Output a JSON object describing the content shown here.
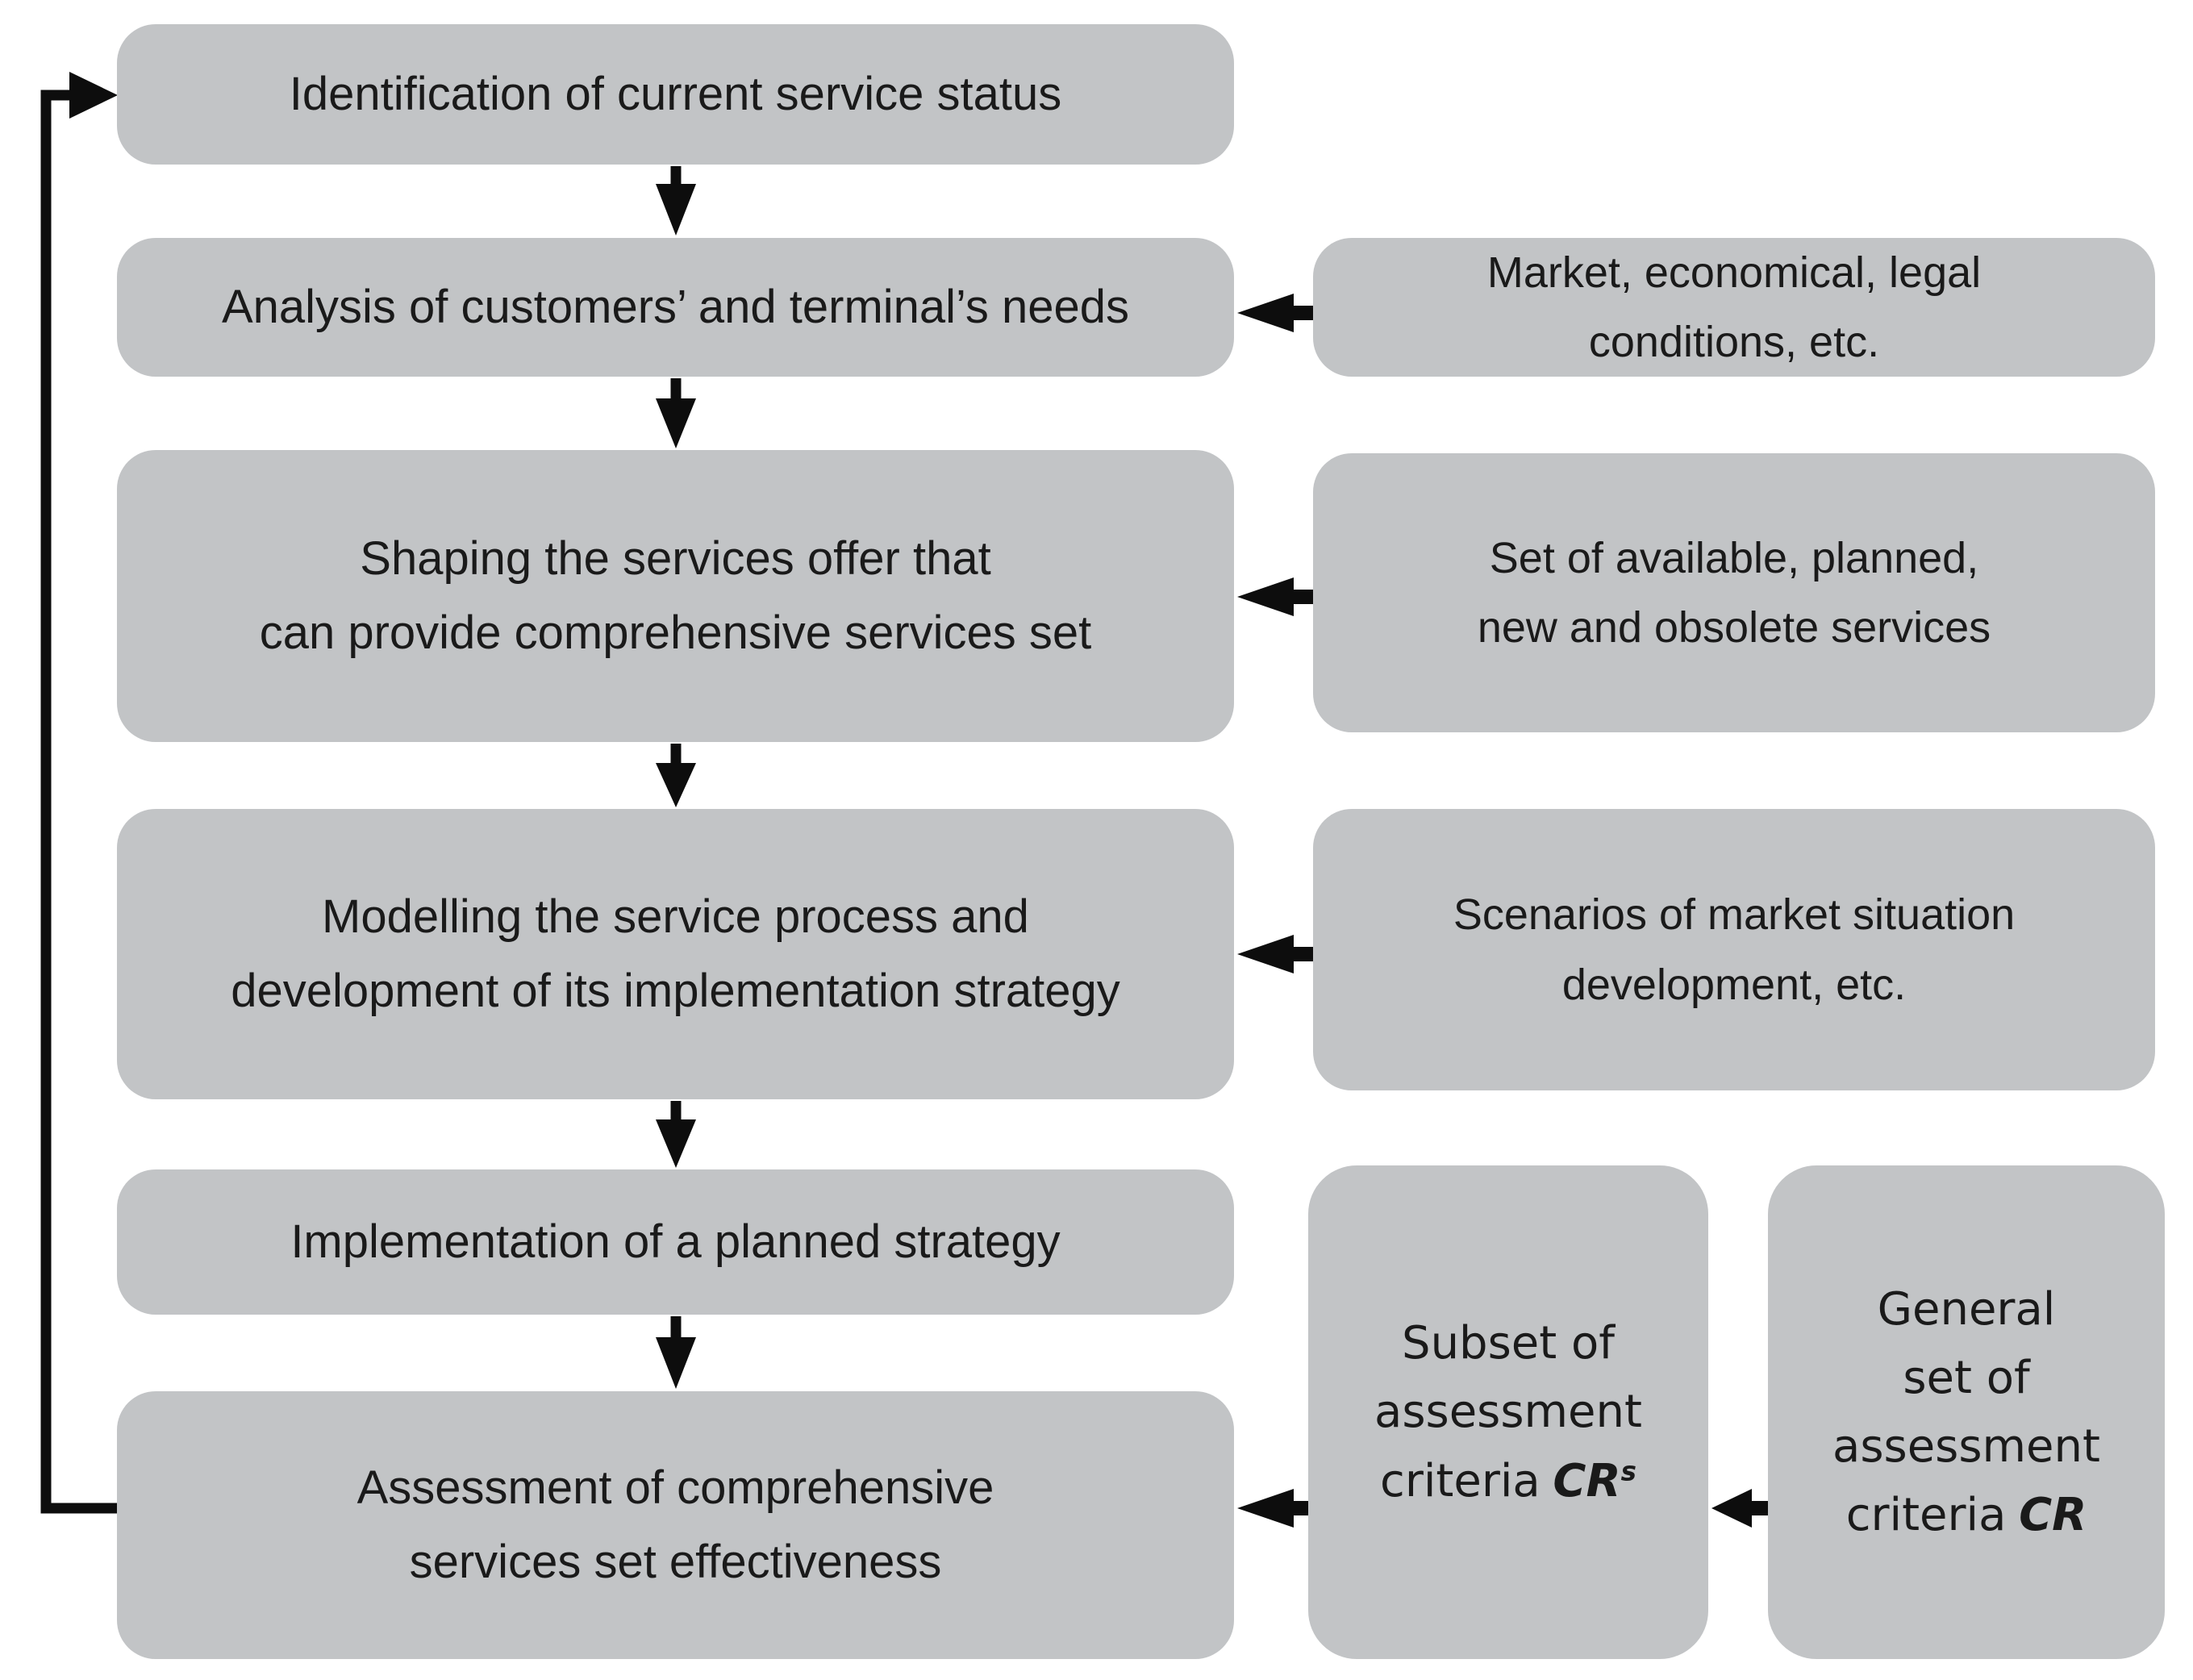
{
  "colors": {
    "background": "#ffffff",
    "box_fill": "#c2c4c6",
    "text": "#1a1a1a",
    "line": "#0d0d0d"
  },
  "boxes": {
    "identification": {
      "lines": [
        "Identification of current service status"
      ]
    },
    "analysis": {
      "lines": [
        "Analysis of customers’ and terminal’s needs"
      ]
    },
    "shaping": {
      "lines": [
        "Shaping the services offer that",
        "can provide comprehensive services set"
      ]
    },
    "modelling": {
      "lines": [
        "Modelling the service process and",
        "development of its implementation strategy"
      ]
    },
    "implementation": {
      "lines": [
        "Implementation of a planned strategy"
      ]
    },
    "assessment": {
      "lines": [
        "Assessment of comprehensive",
        "services set effectiveness"
      ]
    },
    "market": {
      "lines": [
        "Market, economical, legal",
        "conditions, etc."
      ]
    },
    "services_set": {
      "lines": [
        "Set of available, planned,",
        "new and obsolete services"
      ]
    },
    "scenarios": {
      "lines": [
        "Scenarios of market situation",
        "development, etc."
      ]
    },
    "subset_criteria": {
      "lines": [
        "Subset of",
        "assessment"
      ],
      "criteria_prefix": "criteria",
      "symbol": "CR",
      "symbol_sup": "s"
    },
    "general_criteria": {
      "lines": [
        "General",
        "set of",
        "assessment"
      ],
      "criteria_prefix": "criteria",
      "symbol": "CR"
    }
  },
  "connections": [
    {
      "from": "identification",
      "to": "analysis",
      "style": "arrow-down"
    },
    {
      "from": "analysis",
      "to": "shaping",
      "style": "arrow-down"
    },
    {
      "from": "shaping",
      "to": "modelling",
      "style": "arrow-down"
    },
    {
      "from": "modelling",
      "to": "implementation",
      "style": "arrow-down"
    },
    {
      "from": "implementation",
      "to": "assessment",
      "style": "arrow-down"
    },
    {
      "from": "market",
      "to": "analysis",
      "style": "arrow-left"
    },
    {
      "from": "services_set",
      "to": "shaping",
      "style": "arrow-left"
    },
    {
      "from": "scenarios",
      "to": "modelling",
      "style": "arrow-left"
    },
    {
      "from": "subset_criteria",
      "to": "assessment",
      "style": "arrow-left"
    },
    {
      "from": "general_criteria",
      "to": "subset_criteria",
      "style": "arrow-left"
    },
    {
      "from": "assessment",
      "to": "identification",
      "style": "feedback-loop-left"
    }
  ]
}
